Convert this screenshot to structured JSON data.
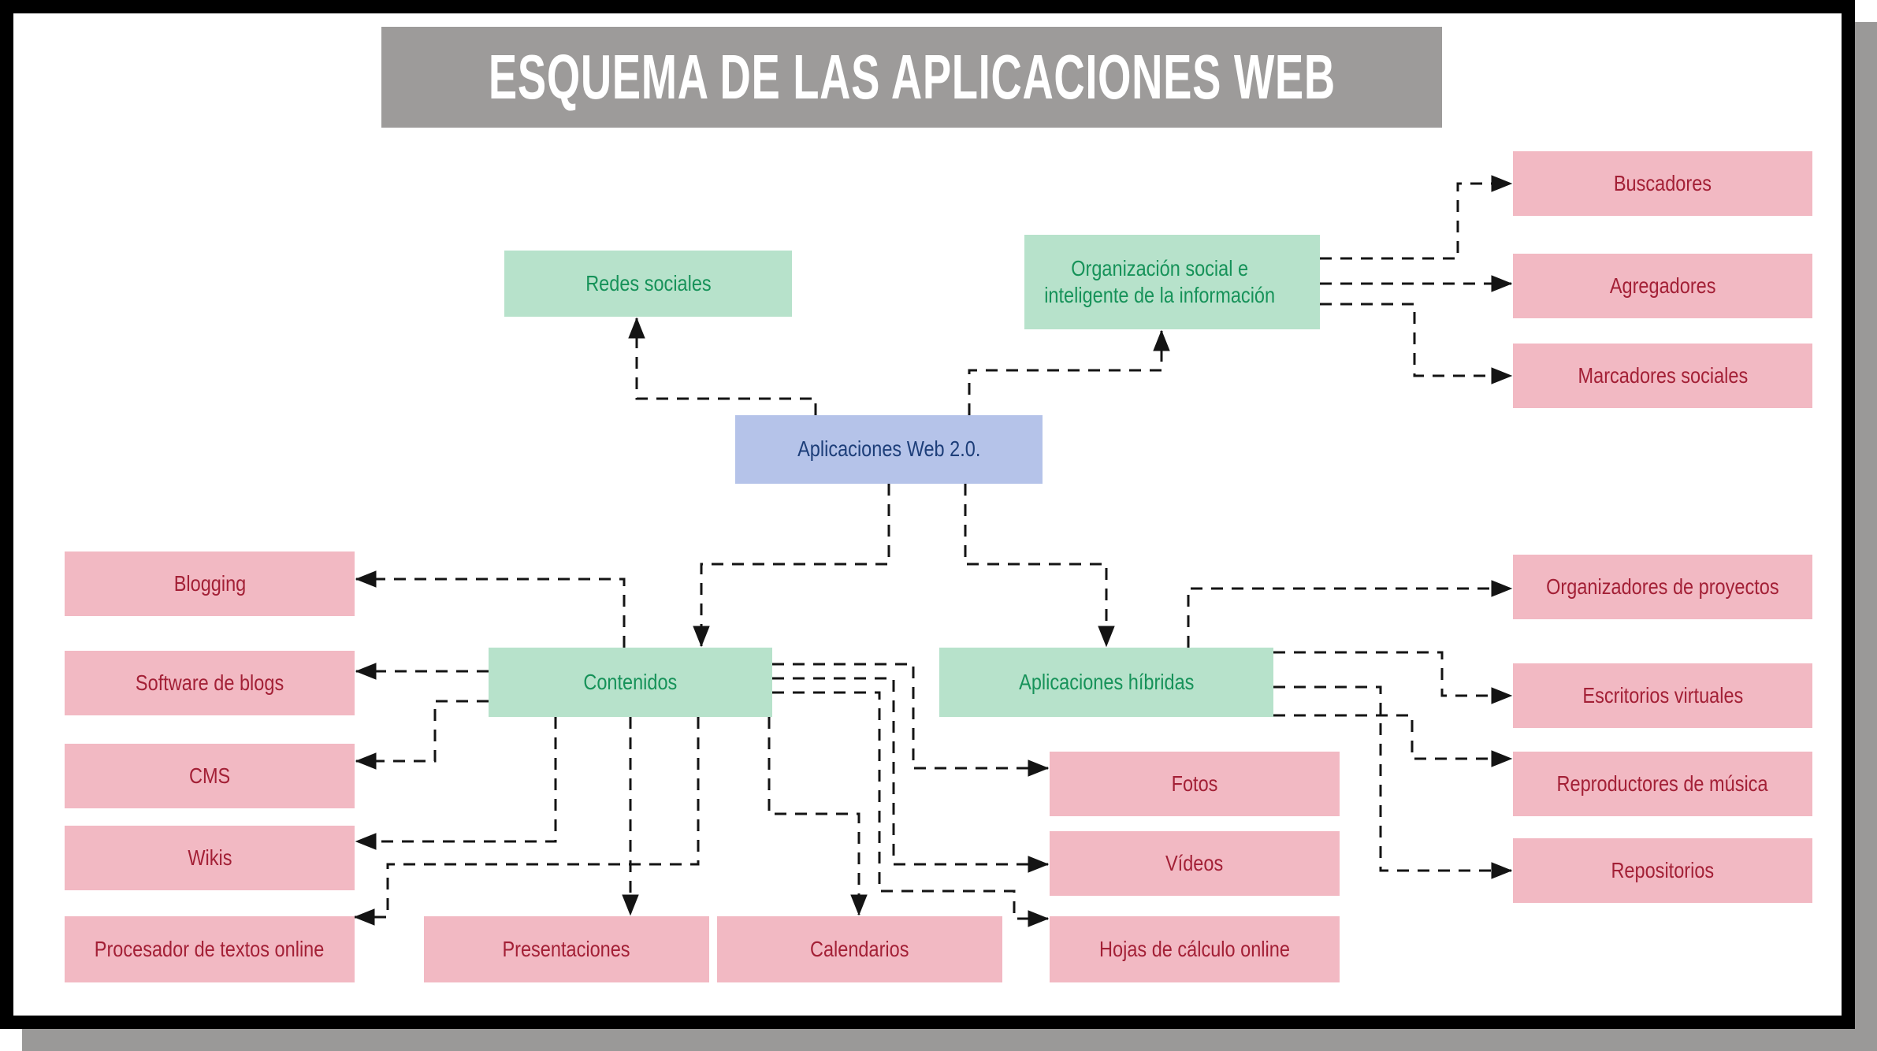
{
  "page": {
    "title": "ESQUEMA DE LAS APLICACIONES WEB"
  },
  "nodes": {
    "web20": "Aplicaciones Web 2.0.",
    "redes": "Redes sociales",
    "organizacion": "Organización social e inteligente de la información",
    "contenidos": "Contenidos",
    "hibridas": "Aplicaciones híbridas",
    "buscadores": "Buscadores",
    "agregadores": "Agregadores",
    "marcadores": "Marcadores sociales",
    "blogging": "Blogging",
    "software": "Software de blogs",
    "cms": "CMS",
    "wikis": "Wikis",
    "procesador": "Procesador de textos online",
    "presentaciones": "Presentaciones",
    "calendarios": "Calendarios",
    "fotos": "Fotos",
    "videos": "Vídeos",
    "hojas": "Hojas de cálculo online",
    "organizadores": "Organizadores de proyectos",
    "escritorios": "Escritorios virtuales",
    "reproductores": "Reproductores de música",
    "repositorios": "Repositorios"
  },
  "edges": [
    {
      "from": "web20",
      "to": "redes"
    },
    {
      "from": "web20",
      "to": "organizacion"
    },
    {
      "from": "web20",
      "to": "contenidos"
    },
    {
      "from": "web20",
      "to": "hibridas"
    },
    {
      "from": "organizacion",
      "to": "buscadores"
    },
    {
      "from": "organizacion",
      "to": "agregadores"
    },
    {
      "from": "organizacion",
      "to": "marcadores"
    },
    {
      "from": "contenidos",
      "to": "blogging"
    },
    {
      "from": "contenidos",
      "to": "software"
    },
    {
      "from": "contenidos",
      "to": "cms"
    },
    {
      "from": "contenidos",
      "to": "wikis"
    },
    {
      "from": "contenidos",
      "to": "procesador"
    },
    {
      "from": "contenidos",
      "to": "presentaciones"
    },
    {
      "from": "contenidos",
      "to": "calendarios"
    },
    {
      "from": "contenidos",
      "to": "fotos"
    },
    {
      "from": "contenidos",
      "to": "videos"
    },
    {
      "from": "contenidos",
      "to": "hojas"
    },
    {
      "from": "hibridas",
      "to": "organizadores"
    },
    {
      "from": "hibridas",
      "to": "escritorios"
    },
    {
      "from": "hibridas",
      "to": "reproductores"
    },
    {
      "from": "hibridas",
      "to": "repositorios"
    }
  ],
  "colors": {
    "title_bg": "#9d9b9a",
    "title_text": "#ffffff",
    "root_bg": "#b5c3e9",
    "root_text": "#1d3e79",
    "category_bg": "#b7e2cb",
    "category_text": "#169259",
    "leaf_bg": "#f2b9c3",
    "leaf_text": "#a32036",
    "connector": "#141414",
    "frame": "#000000",
    "frame_shadow": "#9a9998"
  }
}
